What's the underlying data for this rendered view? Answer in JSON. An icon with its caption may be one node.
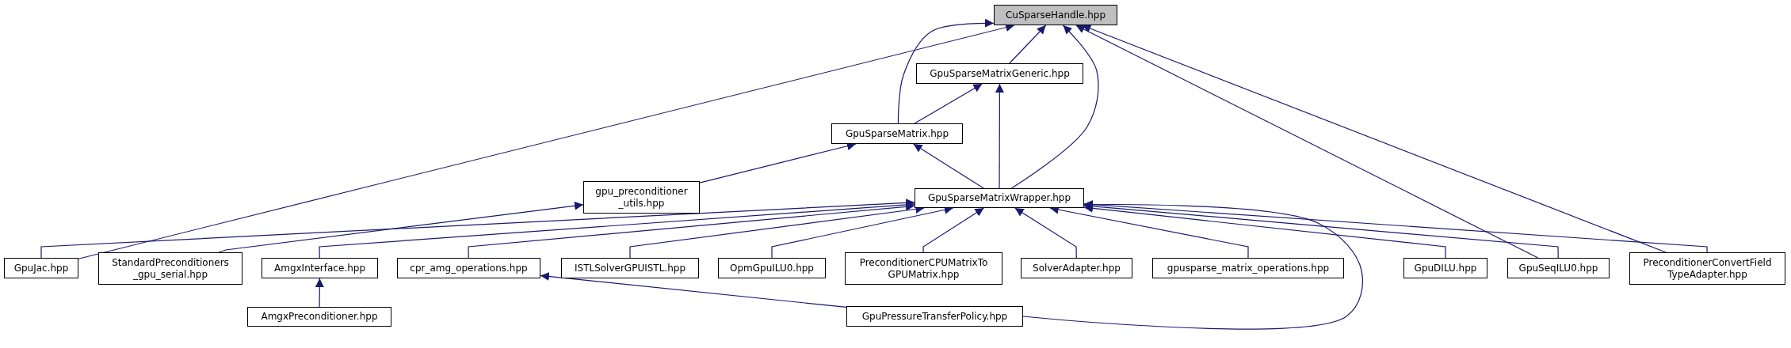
{
  "diagram": {
    "nodes": [
      {
        "text": [
          "CuSparseHandle.hpp"
        ]
      },
      {
        "text": [
          "GpuSparseMatrixGeneric.hpp"
        ]
      },
      {
        "text": [
          "GpuSparseMatrix.hpp"
        ]
      },
      {
        "text": [
          "gpu_preconditioner _utils.hpp"
        ]
      },
      {
        "text": [
          "GpuSparseMatrixWrapper.hpp"
        ]
      },
      {
        "text": [
          "GpuJac.hpp"
        ]
      },
      {
        "text": [
          "StandardPreconditioners _gpu_serial.hpp"
        ]
      },
      {
        "text": [
          "AmgxInterface.hpp"
        ]
      },
      {
        "text": [
          "cpr_amg_operations.hpp"
        ]
      },
      {
        "text": [
          "ISTLSolverGPUISTL.hpp"
        ]
      },
      {
        "text": [
          "OpmGpuILU0.hpp"
        ]
      },
      {
        "text": [
          "PreconditionerCPUMatrixTo GPUMatrix.hpp"
        ]
      },
      {
        "text": [
          "SolverAdapter.hpp"
        ]
      },
      {
        "text": [
          "gpusparse_matrix_operations.hpp"
        ]
      },
      {
        "text": [
          "GpuDILU.hpp"
        ]
      },
      {
        "text": [
          "GpuSeqILU0.hpp"
        ]
      },
      {
        "text": [
          "PreconditionerConvertField TypeAdapter.hpp"
        ]
      },
      {
        "text": [
          "AmgxPreconditioner.hpp"
        ]
      },
      {
        "text": [
          "GpuPressureTransferPolicy.hpp"
        ]
      }
    ],
    "edges": [
      {
        "from": 1,
        "to": 0,
        "arrow": "to"
      },
      {
        "from": 2,
        "to": 0,
        "arrow": "to"
      },
      {
        "from": 4,
        "to": 0,
        "arrow": "to"
      },
      {
        "from": 5,
        "to": 0,
        "arrow": "to"
      },
      {
        "from": 15,
        "to": 0,
        "arrow": "to"
      },
      {
        "from": 16,
        "to": 0,
        "arrow": "to"
      },
      {
        "from": 2,
        "to": 1,
        "arrow": "to"
      },
      {
        "from": 4,
        "to": 1,
        "arrow": "to"
      },
      {
        "from": 4,
        "to": 2,
        "arrow": "to"
      },
      {
        "from": 3,
        "to": 2,
        "arrow": "to"
      },
      {
        "from": 6,
        "to": 3,
        "arrow": "to"
      },
      {
        "from": 5,
        "to": 4,
        "arrow": "to"
      },
      {
        "from": 7,
        "to": 4,
        "arrow": "to"
      },
      {
        "from": 8,
        "to": 4,
        "arrow": "to"
      },
      {
        "from": 9,
        "to": 4,
        "arrow": "to"
      },
      {
        "from": 10,
        "to": 4,
        "arrow": "to"
      },
      {
        "from": 11,
        "to": 4,
        "arrow": "to"
      },
      {
        "from": 12,
        "to": 4,
        "arrow": "to"
      },
      {
        "from": 13,
        "to": 4,
        "arrow": "to"
      },
      {
        "from": 14,
        "to": 4,
        "arrow": "to"
      },
      {
        "from": 15,
        "to": 4,
        "arrow": "to"
      },
      {
        "from": 16,
        "to": 4,
        "arrow": "to"
      },
      {
        "from": 18,
        "to": 4,
        "arrow": "to"
      },
      {
        "from": 17,
        "to": 7,
        "arrow": "to"
      },
      {
        "from": 18,
        "to": 8,
        "arrow": "to"
      }
    ]
  }
}
